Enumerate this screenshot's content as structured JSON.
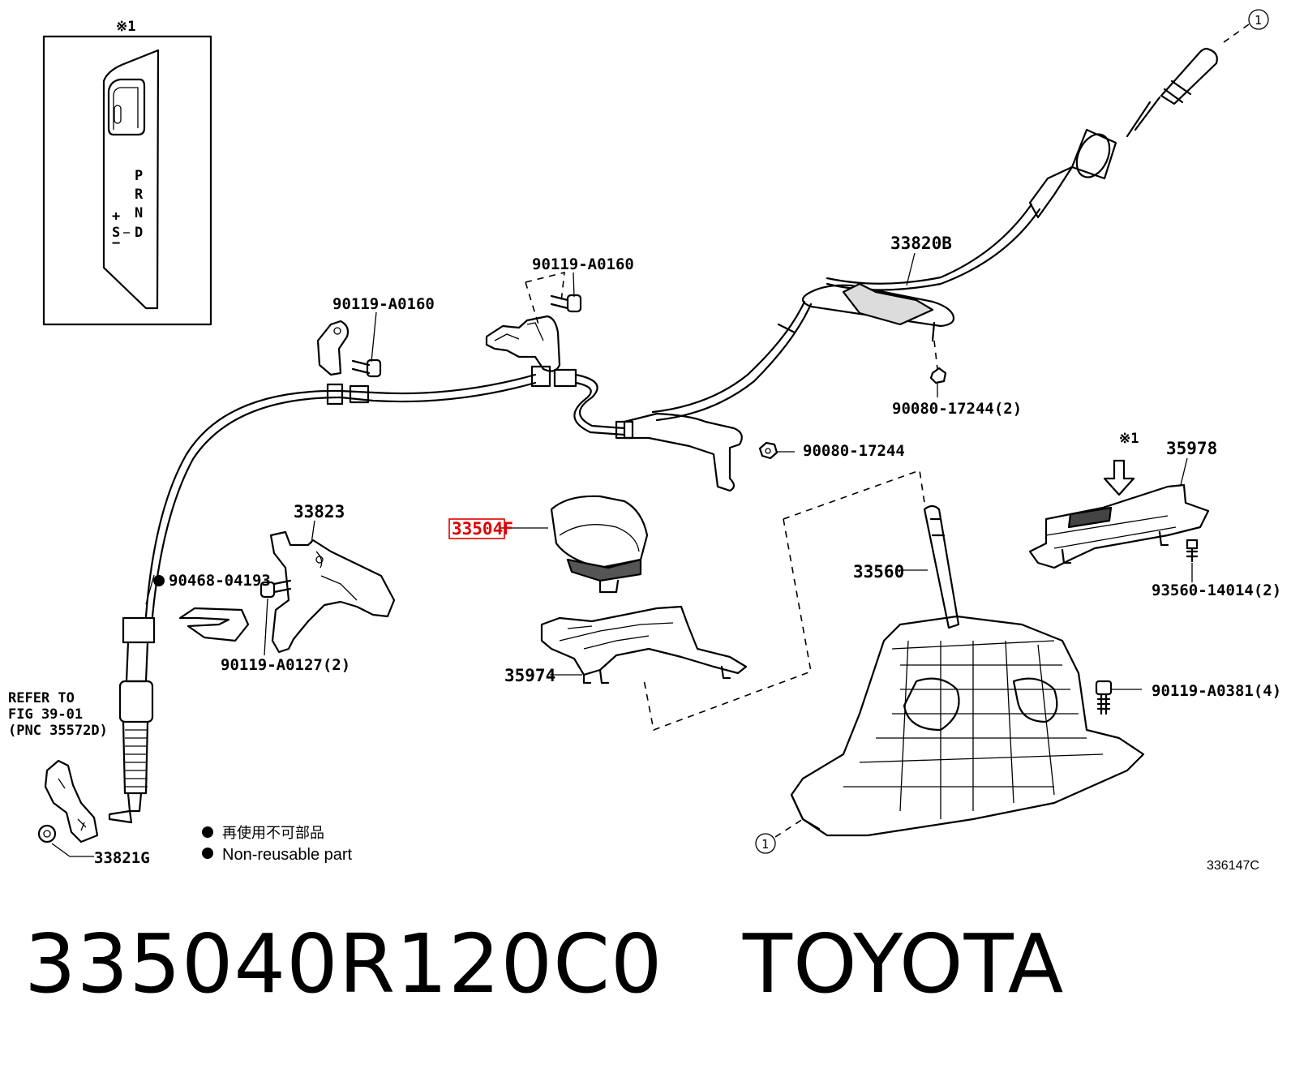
{
  "title": {
    "part_number": "335040R120C0",
    "brand": "TOYOTA"
  },
  "diagram": {
    "figure_id": "336147C",
    "inset_mark": "※1",
    "gear_positions": [
      "P",
      "R",
      "N",
      "D"
    ],
    "manual_marks": [
      "+",
      "S",
      "−"
    ],
    "ref_marker": "1",
    "refer_note": [
      "REFER TO",
      "FIG 39-01",
      "(PNC 35572D)"
    ],
    "highlight_color": "#e00000",
    "labels": {
      "cable_33820B": "33820B",
      "bolt_upper": "90119-A0160",
      "bolt_left": "90119-A0160",
      "nut_pair": "90080-17244(2)",
      "nut_single": "90080-17244",
      "bracket_33823": "33823",
      "knob_33504F": "33504F",
      "clip_90468": "90468-04193",
      "bolt_90119_A0127": "90119-A0127(2)",
      "bezel_35974": "35974",
      "lever_33560": "33560",
      "indicator_35978": "35978",
      "screw_93560": "93560-14014(2)",
      "bolt_90119_A0381": "90119-A0381(4)",
      "bracket_33821G": "33821G"
    },
    "legend": {
      "jp": "再使用不可部品",
      "en": "Non-reusable part"
    }
  }
}
